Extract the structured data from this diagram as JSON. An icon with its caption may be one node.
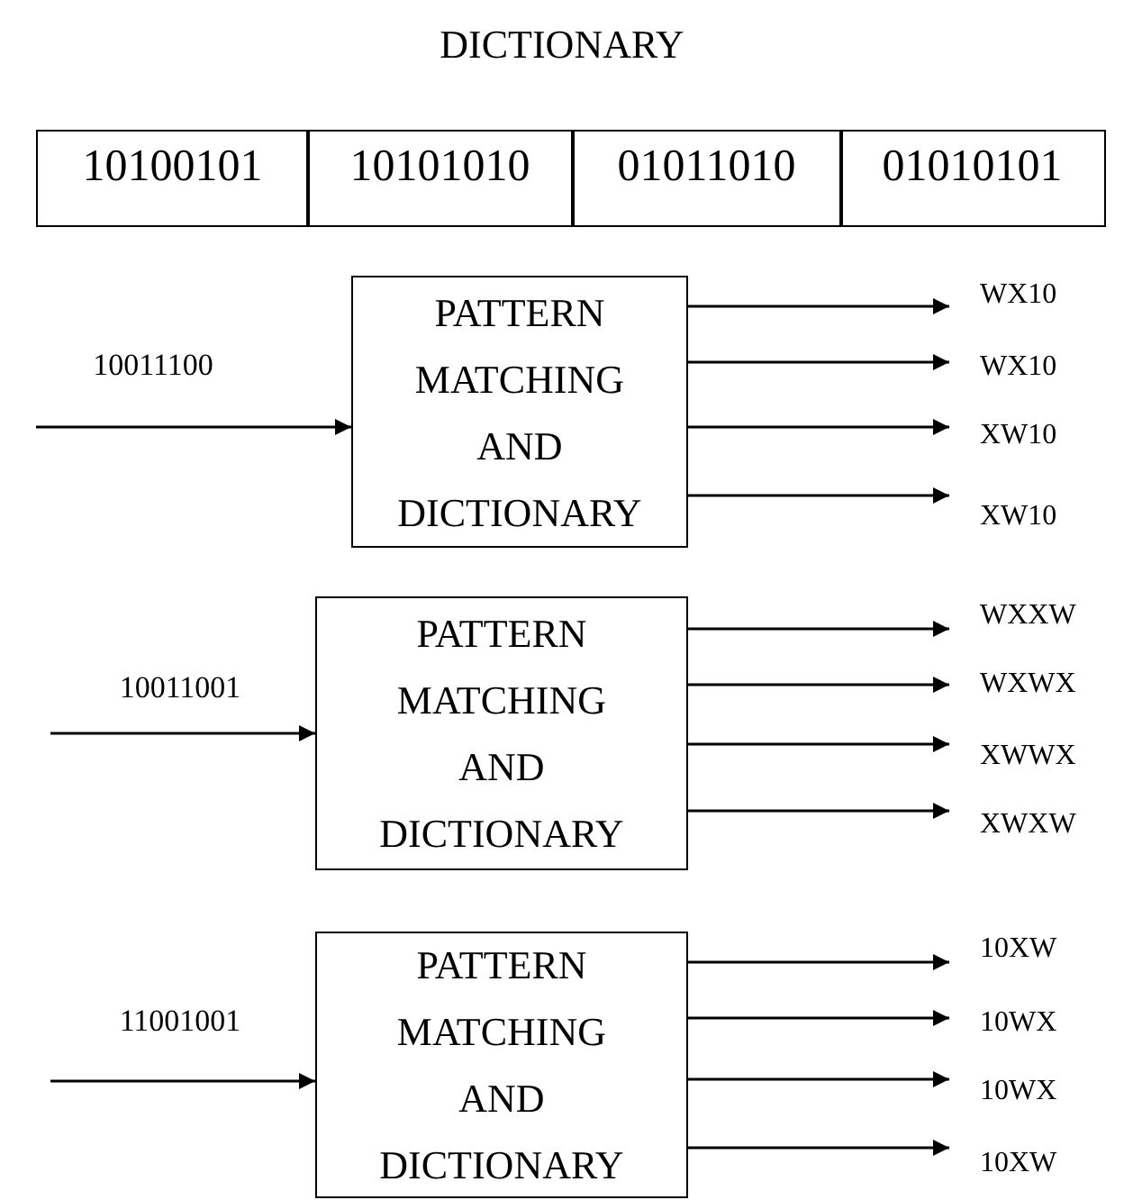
{
  "diagram": {
    "title": "DICTIONARY",
    "nodes": [
      {
        "text": [
          "PATTERN MATCHING AND DICTIONARY"
        ]
      },
      {
        "text": [
          "WX10"
        ]
      },
      {
        "text": [
          "WX10"
        ]
      },
      {
        "text": [
          "XW10"
        ]
      },
      {
        "text": [
          "XW10"
        ]
      },
      {
        "text": [
          "PATTERN MATCHING AND DICTIONARY"
        ]
      },
      {
        "text": [
          "WXXW"
        ]
      },
      {
        "text": [
          "WXWX"
        ]
      },
      {
        "text": [
          "XWWX"
        ]
      },
      {
        "text": [
          "XWXW"
        ]
      },
      {
        "text": [
          "PATTERN MATCHING AND DICTIONARY"
        ]
      },
      {
        "text": [
          "10XW"
        ]
      },
      {
        "text": [
          "10WX"
        ]
      },
      {
        "text": [
          "10WX"
        ]
      },
      {
        "text": [
          "10XW"
        ]
      }
    ],
    "edges": [
      {
        "from": null,
        "to": 0,
        "arrow": "to",
        "label": "10011100"
      },
      {
        "from": 0,
        "to": 1,
        "arrow": "to"
      },
      {
        "from": 0,
        "to": 2,
        "arrow": "to"
      },
      {
        "from": 0,
        "to": 3,
        "arrow": "to"
      },
      {
        "from": 0,
        "to": 4,
        "arrow": "to"
      },
      {
        "from": null,
        "to": 5,
        "arrow": "to",
        "label": "10011001"
      },
      {
        "from": 5,
        "to": 6,
        "arrow": "to"
      },
      {
        "from": 5,
        "to": 7,
        "arrow": "to"
      },
      {
        "from": 5,
        "to": 8,
        "arrow": "to"
      },
      {
        "from": 5,
        "to": 9,
        "arrow": "to"
      },
      {
        "from": null,
        "to": 10,
        "arrow": "to",
        "label": "11001001"
      },
      {
        "from": 10,
        "to": 11,
        "arrow": "to"
      },
      {
        "from": 10,
        "to": 12,
        "arrow": "to"
      },
      {
        "from": 10,
        "to": 13,
        "arrow": "to"
      },
      {
        "from": 10,
        "to": 14,
        "arrow": "to"
      }
    ],
    "labels": [
      "10100101",
      "10101010",
      "01011010",
      "01010101"
    ]
  }
}
